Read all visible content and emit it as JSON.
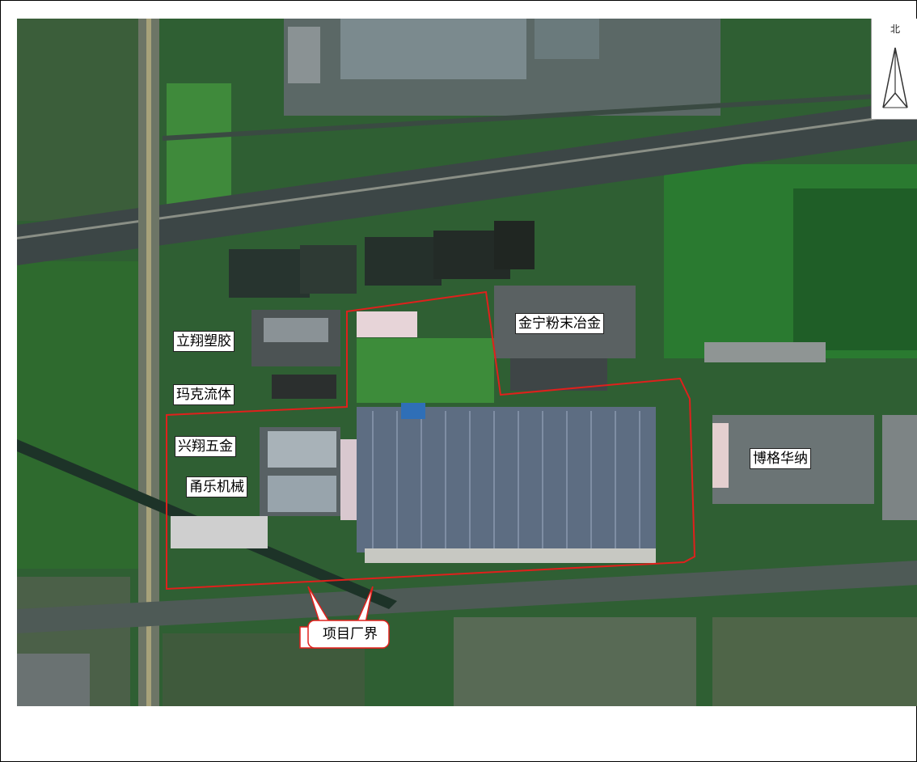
{
  "map": {
    "north_letter": "北",
    "labels": {
      "lixiang": "立翔塑胶",
      "make": "玛克流体",
      "xingxiang": "兴翔五金",
      "yongle": "甬乐机械",
      "jinning": "金宁粉末冶金",
      "boge": "博格华纳"
    },
    "callout": "项目厂界",
    "colors": {
      "boundary": "#e0201c",
      "vegetation": "#2f6a2c",
      "road": "#3d4a48"
    }
  }
}
